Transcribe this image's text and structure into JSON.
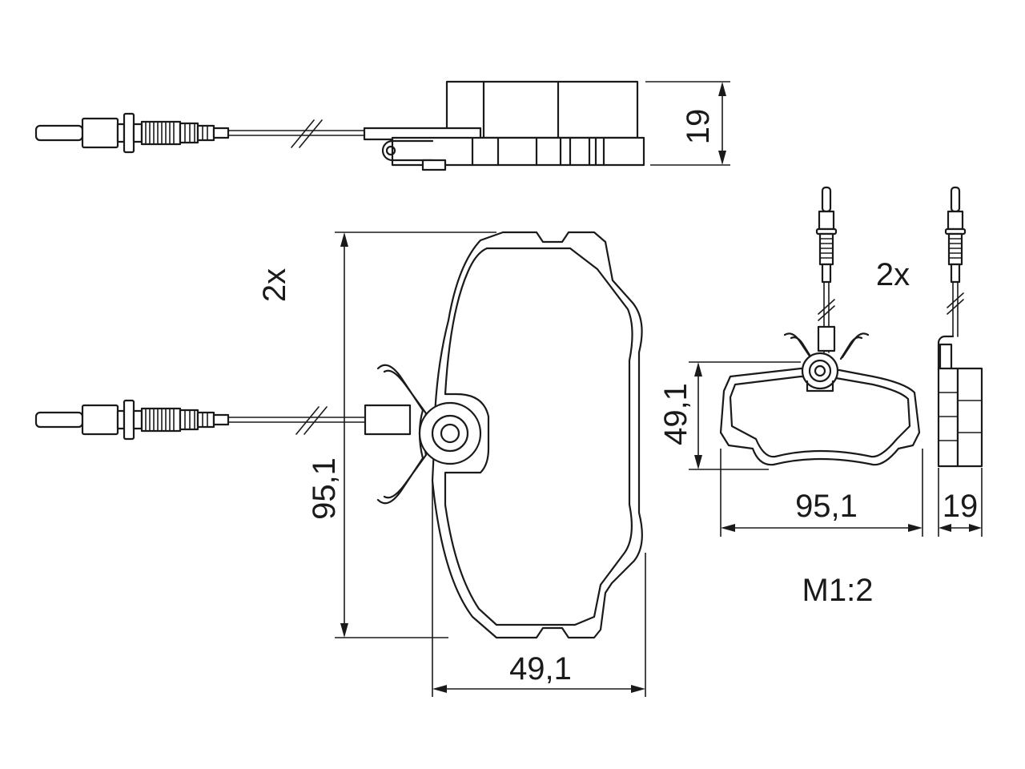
{
  "drawing": {
    "top_view": {
      "dim_thickness": "19"
    },
    "main_view": {
      "qty": "2x",
      "dim_height": "95,1",
      "dim_width": "49,1"
    },
    "small_views": {
      "qty": "2x",
      "dim_height": "49,1",
      "dim_width": "95,1",
      "dim_thickness": "19"
    },
    "scale": "M1:2"
  }
}
